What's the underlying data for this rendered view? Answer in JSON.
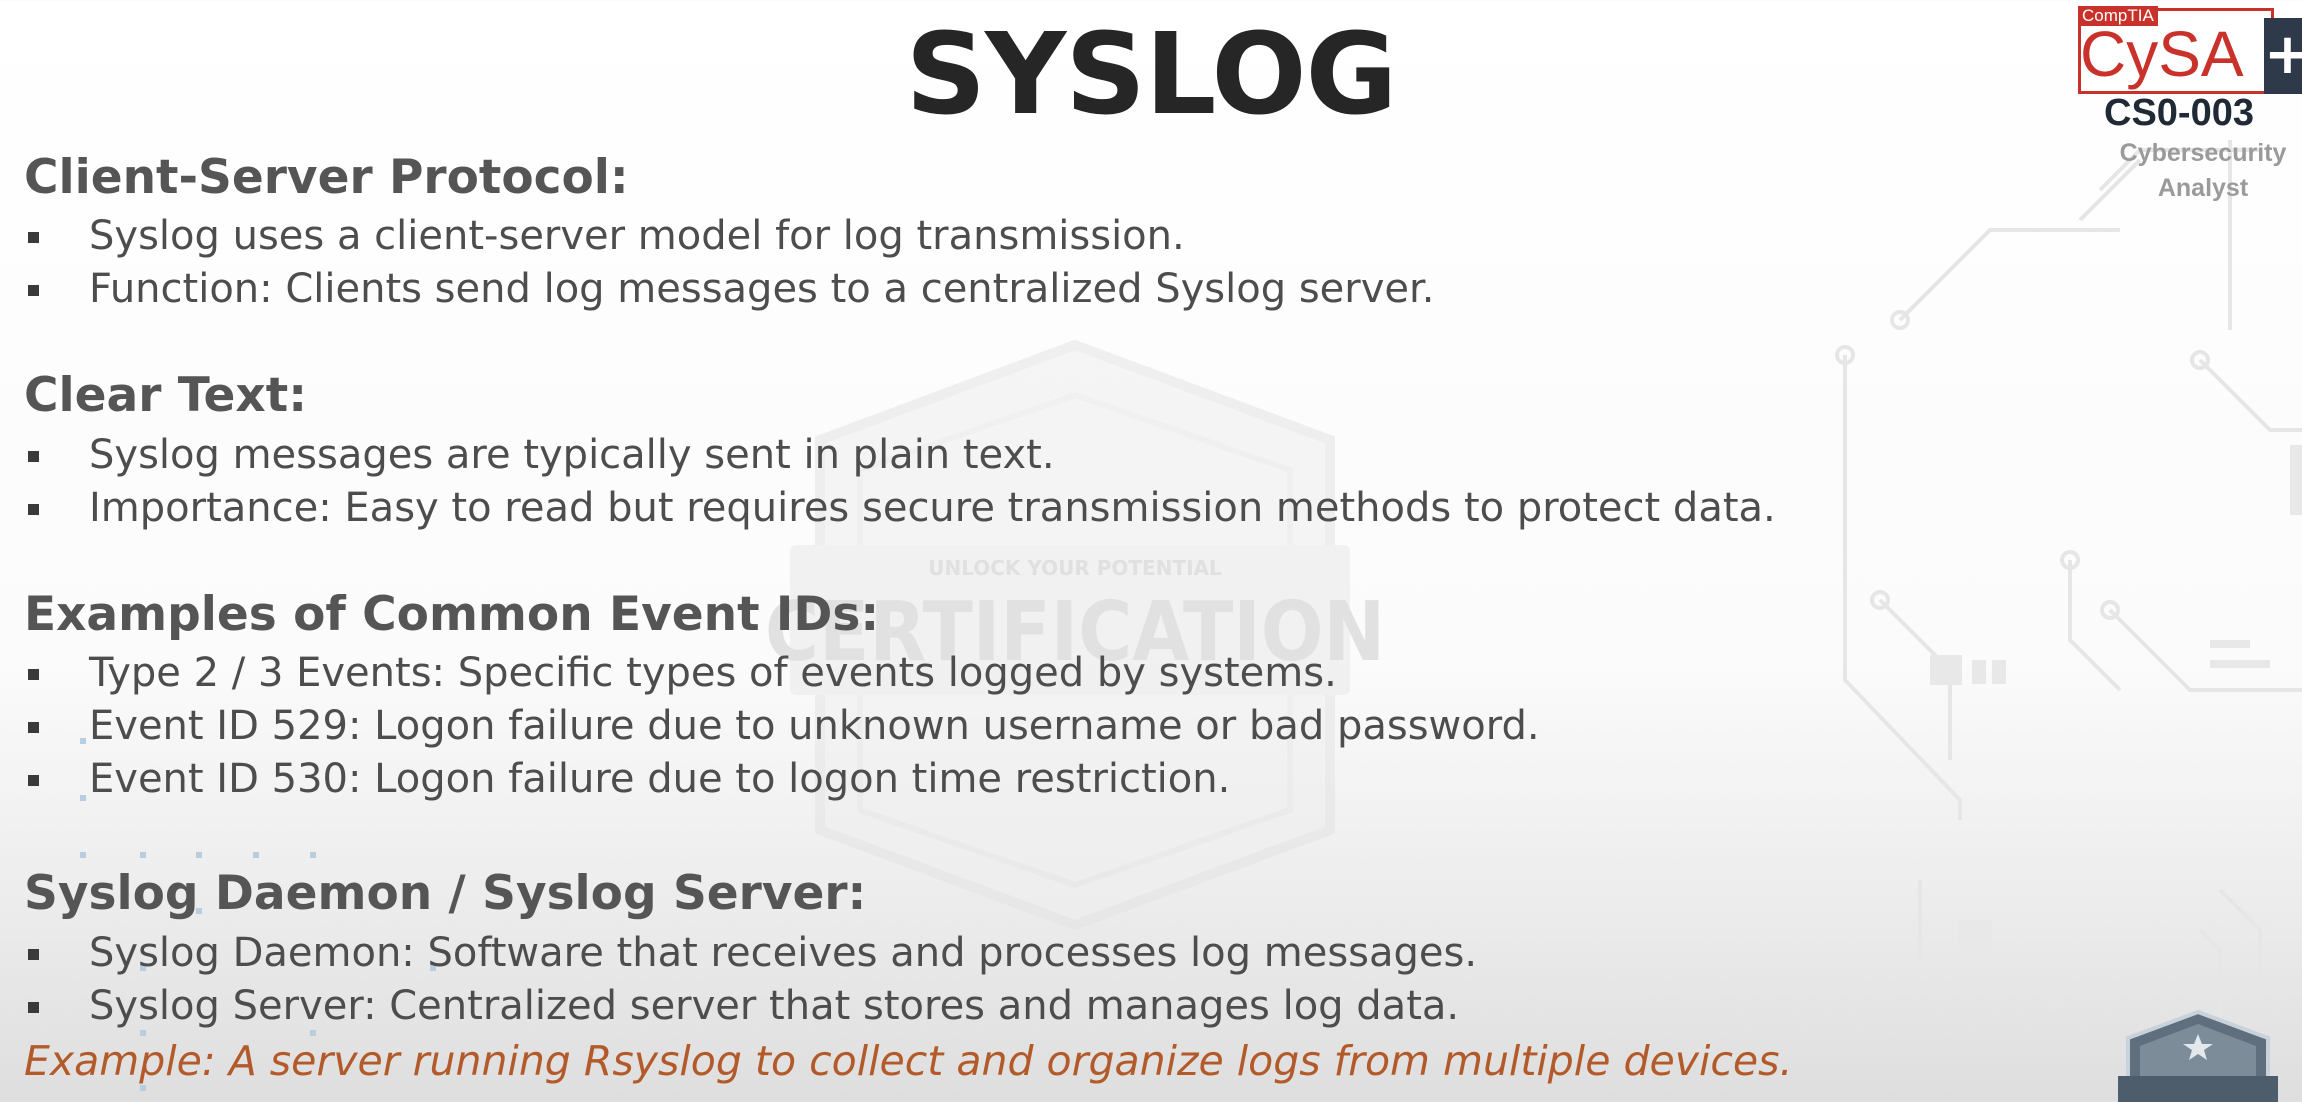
{
  "slide": {
    "title": "SYSLOG"
  },
  "badge": {
    "vendor": "CompTIA",
    "product": "CySA",
    "plus": "+",
    "exam_code": "CS0-003",
    "role_line1": "Cybersecurity",
    "role_line2": "Analyst"
  },
  "watermark": {
    "tagline": "UNLOCK YOUR POTENTIAL",
    "word": "CERTIFICATION"
  },
  "sections": [
    {
      "heading": "Client-Server Protocol:",
      "bullets": [
        "Syslog uses a client-server model for log transmission.",
        "Function: Clients send log messages to a centralized Syslog server."
      ]
    },
    {
      "heading": "Clear Text:",
      "bullets": [
        "Syslog messages are typically sent in plain text.",
        "Importance: Easy to read but requires secure transmission methods to protect data."
      ]
    },
    {
      "heading": "Examples of Common Event IDs:",
      "bullets": [
        "Type 2 / 3 Events: Specific types of events logged by systems.",
        "Event ID 529: Logon failure due to unknown username or bad password.",
        "Event ID 530: Logon failure due to logon time restriction."
      ]
    },
    {
      "heading": "Syslog Daemon / Syslog Server:",
      "bullets": [
        "Syslog Daemon: Software that receives and processes log messages.",
        "Syslog Server: Centralized server that stores and manages log data."
      ]
    }
  ],
  "example_note": "Example: A server running Rsyslog to collect and organize logs from multiple devices.",
  "colors": {
    "title": "#262626",
    "heading": "#555555",
    "body": "#4d4d4d",
    "example": "#b35a2a",
    "badge_red": "#c8322a",
    "badge_navy": "#2e3a4a"
  }
}
